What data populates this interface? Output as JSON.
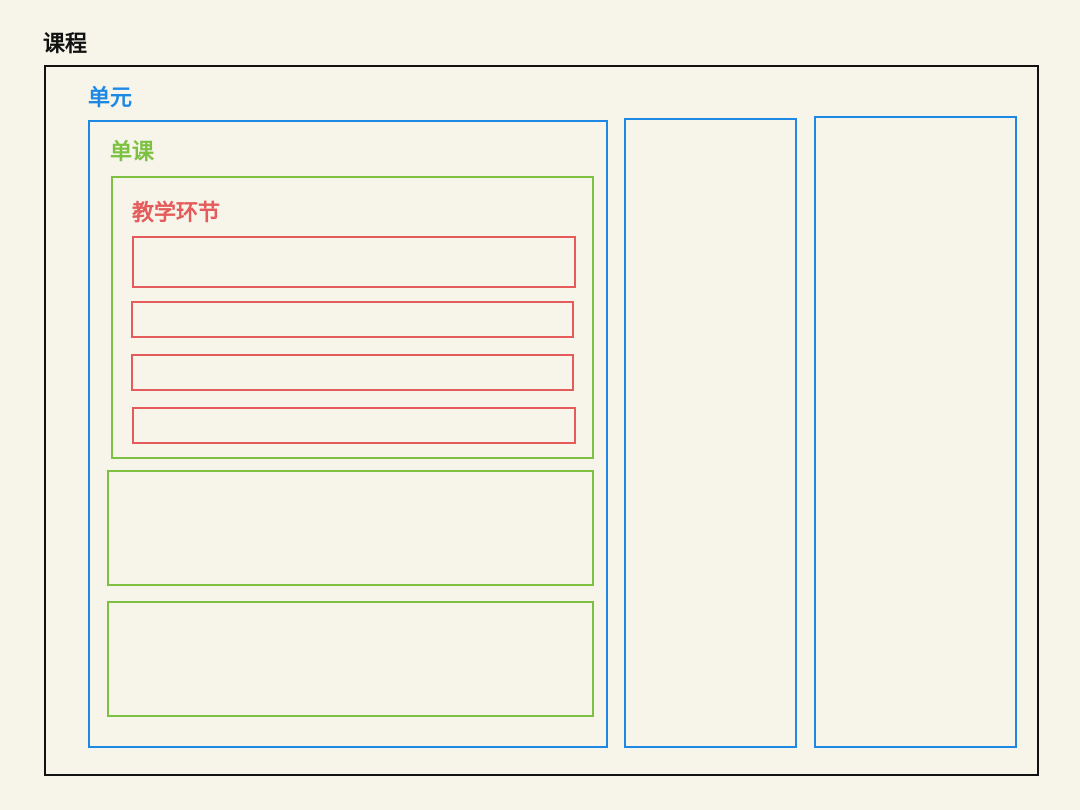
{
  "labels": {
    "course": "课程",
    "unit": "单元",
    "lesson": "单课",
    "segment": "教学环节"
  },
  "colors": {
    "background": "#f7f5ea",
    "course": "#111111",
    "unit": "#1e88e5",
    "lesson": "#7cc142",
    "segment": "#e55a5a"
  }
}
